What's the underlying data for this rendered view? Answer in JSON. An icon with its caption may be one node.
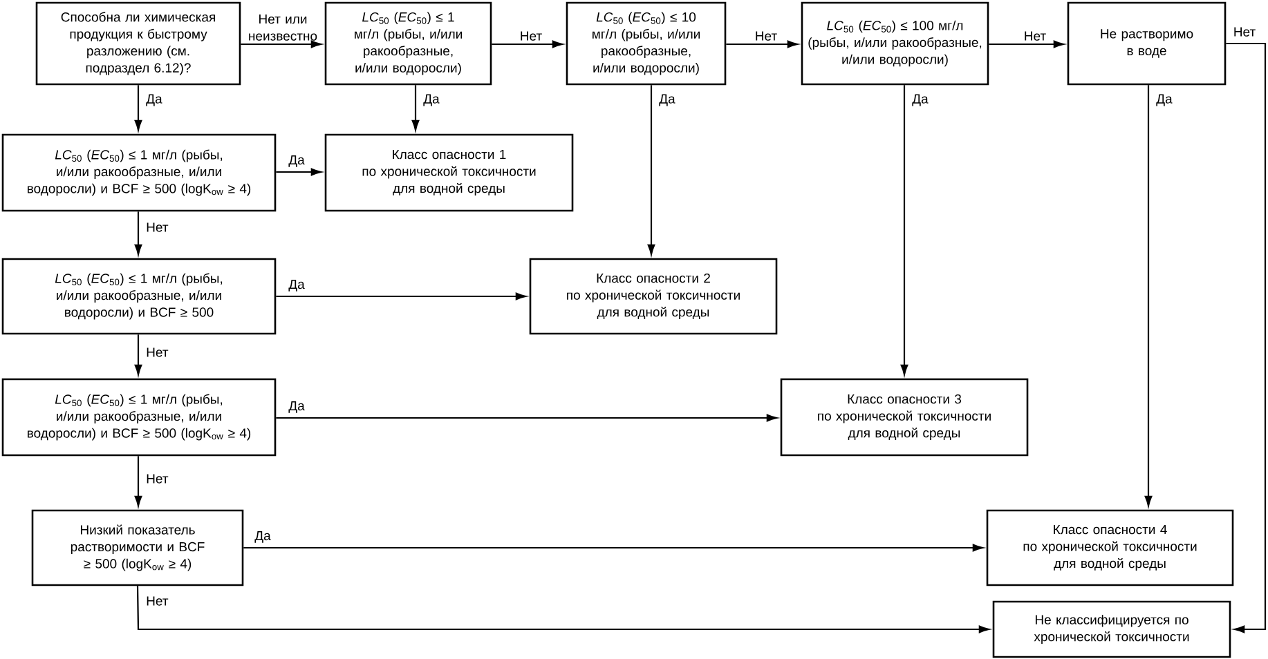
{
  "diagram": {
    "nodes": [
      {
        "text": [
          "Способна ли химическая продукция к быстрому разложению (см. подраздел 6.12)?"
        ]
      },
      {
        "text": [
          "*LC*$_{50}$ (*EC*$_{50}$) ≤ 1 мг/л (рыбы, и/или ракообразные, и/или водоросли)"
        ]
      },
      {
        "text": [
          "*LC*$_{50}$ (*EC*$_{50}$) ≤ 10 мг/л (рыбы, и/или ракообразные, и/или водоросли)"
        ]
      },
      {
        "text": [
          "*LC*$_{50}$ (*EC*$_{50}$) ≤ 100 мг/л (рыбы, и/или ракообразные, и/или водоросли)"
        ]
      },
      {
        "text": [
          "Не растворимо в воде"
        ]
      },
      {
        "text": [
          "*LC*$_{50}$ (*EC*$_{50}$) ≤ 1 мг/л (рыбы, и/или ракообразные, и/или водоросли) и BCF ≥ 500 (logK$_{ow}$ ≥ 4)"
        ]
      },
      {
        "text": [
          "Класс опасности 1",
          "по хронической токсичности для водной среды"
        ]
      },
      {
        "text": [
          "*LC*$_{50}$ (*EC*$_{50}$) ≤ 1 мг/л (рыбы, и/или ракообразные, и/или водоросли) и BCF ≥ 500"
        ]
      },
      {
        "text": [
          "Класс опасности 2",
          "по хронической токсичности для водной среды"
        ]
      },
      {
        "text": [
          "*LC*$_{50}$ (*EC*$_{50}$) ≤ 1 мг/л (рыбы, и/или ракообразные, и/или водоросли) и BCF ≥ 500 (logK$_{ow}$ ≥ 4)"
        ]
      },
      {
        "text": [
          "Класс опасности 3",
          "по хронической токсичности для водной среды"
        ]
      },
      {
        "text": [
          "Низкий показатель растворимости и BCF ≥ 500 (logK$_{ow}$ ≥ 4)"
        ]
      },
      {
        "text": [
          "Класс опасности 4",
          "по хронической токсичности для водной среды"
        ]
      },
      {
        "text": [
          "Не классифицируется по хронической токсичности"
        ]
      }
    ],
    "edges": [
      {
        "from": 0,
        "to": 1,
        "arrow": "to",
        "label": "Нет или неизвестно"
      },
      {
        "from": 0,
        "to": 5,
        "arrow": "to",
        "label": "Да"
      },
      {
        "from": 1,
        "to": 2,
        "arrow": "to",
        "label": "Нет"
      },
      {
        "from": 1,
        "to": 6,
        "arrow": "to",
        "label": "Да"
      },
      {
        "from": 2,
        "to": 3,
        "arrow": "to",
        "label": "Нет"
      },
      {
        "from": 2,
        "to": 8,
        "arrow": "to",
        "label": "Да"
      },
      {
        "from": 3,
        "to": 4,
        "arrow": "to",
        "label": "Нет"
      },
      {
        "from": 3,
        "to": 10,
        "arrow": "to",
        "label": "Да"
      },
      {
        "from": 4,
        "to": 13,
        "arrow": "to",
        "label": "Нет"
      },
      {
        "from": 4,
        "to": 12,
        "arrow": "to",
        "label": "Да"
      },
      {
        "from": 5,
        "to": 6,
        "arrow": "to",
        "label": "Да"
      },
      {
        "from": 5,
        "to": 7,
        "arrow": "to",
        "label": "Нет"
      },
      {
        "from": 7,
        "to": 8,
        "arrow": "to",
        "label": "Да"
      },
      {
        "from": 7,
        "to": 9,
        "arrow": "to",
        "label": "Нет"
      },
      {
        "from": 9,
        "to": 10,
        "arrow": "to",
        "label": "Да"
      },
      {
        "from": 9,
        "to": 11,
        "arrow": "to",
        "label": "Нет"
      },
      {
        "from": 11,
        "to": 12,
        "arrow": "to",
        "label": "Да"
      },
      {
        "from": 11,
        "to": 13,
        "arrow": "to",
        "label": "Нет"
      }
    ]
  }
}
